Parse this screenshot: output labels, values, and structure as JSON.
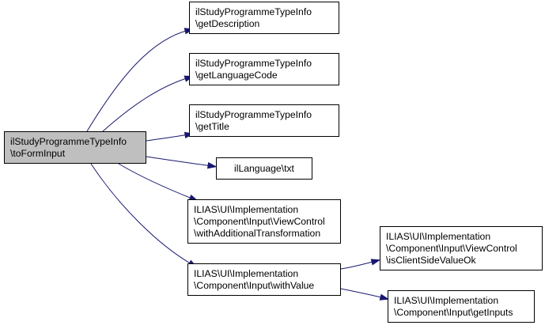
{
  "diagram": {
    "type": "call-graph",
    "edge_color": "#191970",
    "root_fill": "#bfbfbf",
    "nodes": [
      {
        "id": "root",
        "lines": [
          "ilStudyProgrammeTypeInfo",
          "\\toFormInput"
        ],
        "root": true
      },
      {
        "id": "getDescription",
        "lines": [
          "ilStudyProgrammeTypeInfo",
          "\\getDescription"
        ]
      },
      {
        "id": "getLanguageCode",
        "lines": [
          "ilStudyProgrammeTypeInfo",
          "\\getLanguageCode"
        ]
      },
      {
        "id": "getTitle",
        "lines": [
          "ilStudyProgrammeTypeInfo",
          "\\getTitle"
        ]
      },
      {
        "id": "txt",
        "lines": [
          "ilLanguage\\txt"
        ]
      },
      {
        "id": "withAdditionalTransformation",
        "lines": [
          "ILIAS\\UI\\Implementation",
          "\\Component\\Input\\ViewControl",
          "\\withAdditionalTransformation"
        ]
      },
      {
        "id": "withValue",
        "lines": [
          "ILIAS\\UI\\Implementation",
          "\\Component\\Input\\withValue"
        ]
      },
      {
        "id": "isClientSideValueOk",
        "lines": [
          "ILIAS\\UI\\Implementation",
          "\\Component\\Input\\ViewControl",
          "\\isClientSideValueOk"
        ]
      },
      {
        "id": "getInputs",
        "lines": [
          "ILIAS\\UI\\Implementation",
          "\\Component\\Input\\getInputs"
        ]
      }
    ],
    "edges": [
      {
        "from": "root",
        "to": "getDescription"
      },
      {
        "from": "root",
        "to": "getLanguageCode"
      },
      {
        "from": "root",
        "to": "getTitle"
      },
      {
        "from": "root",
        "to": "txt"
      },
      {
        "from": "root",
        "to": "withAdditionalTransformation"
      },
      {
        "from": "root",
        "to": "withValue"
      },
      {
        "from": "withValue",
        "to": "isClientSideValueOk"
      },
      {
        "from": "withValue",
        "to": "getInputs"
      }
    ]
  }
}
